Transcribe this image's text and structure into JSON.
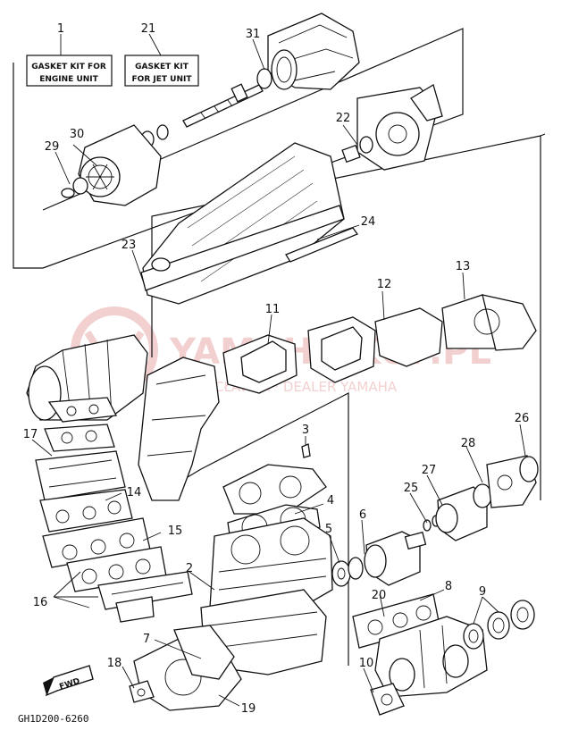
{
  "diagram": {
    "code": "GH1D200-6260",
    "fwd_label": "FWD",
    "watermark": {
      "brand": "YAMAHA KUP.PL",
      "tagline": "WŁOCŁAWEK · DEALER YAMAHA"
    },
    "kits": [
      {
        "number": "1",
        "line1": "GASKET KIT FOR",
        "line2": "ENGINE UNIT"
      },
      {
        "number": "21",
        "line1": "GASKET KIT",
        "line2": "FOR JET UNIT"
      }
    ],
    "callouts": [
      "2",
      "3",
      "4",
      "5",
      "6",
      "7",
      "8",
      "9",
      "10",
      "11",
      "12",
      "13",
      "14",
      "15",
      "16",
      "17",
      "18",
      "19",
      "20",
      "22",
      "23",
      "24",
      "25",
      "26",
      "27",
      "28",
      "29",
      "30",
      "31"
    ],
    "colors": {
      "ink": "#111111",
      "watermark": "#e9aaaa",
      "background": "#ffffff"
    }
  }
}
